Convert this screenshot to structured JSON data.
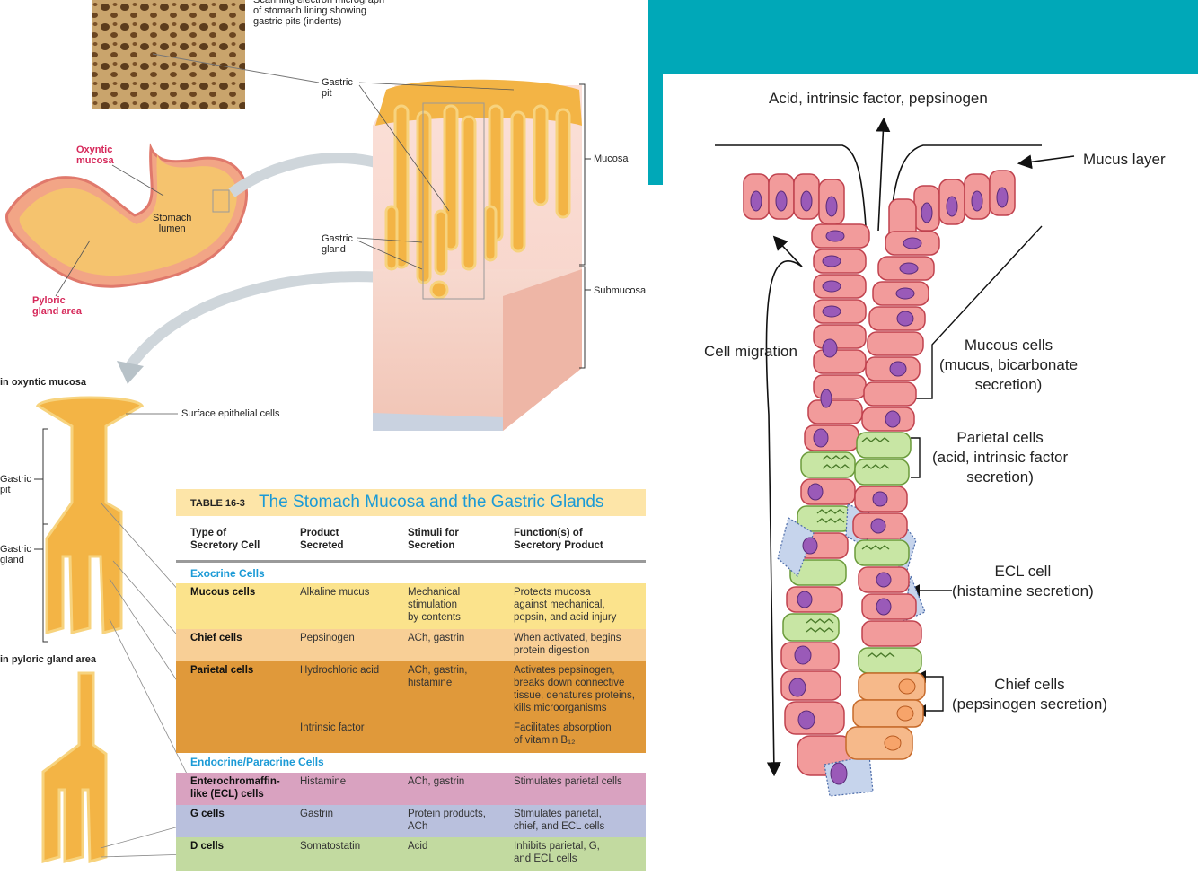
{
  "left_diagram": {
    "sem_caption": "Scanning electron micrograph\nof stomach lining showing\ngastric pits (indents)",
    "gastric_pit": "Gastric\npit",
    "mucosa": "Mucosa",
    "submucosa": "Submucosa",
    "gastric_gland": "Gastric\ngland",
    "oxyntic_mucosa": "Oxyntic\nmucosa",
    "stomach_lumen": "Stomach\nlumen",
    "pyloric_gland_area": "Pyloric\ngland area",
    "in_oxyntic_mucosa": "in oxyntic mucosa",
    "surface_epithelial_cells": "Surface epithelial cells",
    "gastric_pit_2": "Gastric\npit",
    "gastric_gland_2": "Gastric\ngland",
    "in_pyloric_gland_area": "in pyloric gland area"
  },
  "table": {
    "number": "TABLE 16-3",
    "title": "The Stomach Mucosa and the Gastric Glands",
    "columns": [
      "Type of\nSecretory Cell",
      "Product\nSecreted",
      "Stimuli for\nSecretion",
      "Function(s) of\nSecretory Product"
    ],
    "exocrine_label": "Exocrine Cells",
    "endocrine_label": "Endocrine/Paracrine Cells",
    "rows": [
      {
        "cell": "Mucous cells",
        "product": "Alkaline mucus",
        "stimuli": "Mechanical\nstimulation\nby contents",
        "function": "Protects mucosa\nagainst mechanical,\npepsin, and acid injury"
      },
      {
        "cell": "Chief cells",
        "product": "Pepsinogen",
        "stimuli": "ACh, gastrin",
        "function": "When activated, begins\nprotein digestion"
      },
      {
        "cell": "Parietal cells",
        "product": "Hydrochloric acid",
        "stimuli": "ACh, gastrin,\nhistamine",
        "function": "Activates pepsinogen,\nbreaks down connective\ntissue, denatures proteins,\nkills microorganisms"
      },
      {
        "cell": "",
        "product": "Intrinsic factor",
        "stimuli": "",
        "function": "Facilitates absorption\nof vitamin B₁₂"
      },
      {
        "cell": "Enterochromaffin-\nlike (ECL) cells",
        "product": "Histamine",
        "stimuli": "ACh, gastrin",
        "function": "Stimulates parietal cells"
      },
      {
        "cell": "G cells",
        "product": "Gastrin",
        "stimuli": "Protein products,\nACh",
        "function": "Stimulates parietal,\nchief, and ECL cells"
      },
      {
        "cell": "D cells",
        "product": "Somatostatin",
        "stimuli": "Acid",
        "function": "Inhibits parietal, G,\nand ECL cells"
      }
    ]
  },
  "right_diagram": {
    "top_label": "Acid, intrinsic factor, pepsinogen",
    "mucus_layer": "Mucus layer",
    "cell_migration": "Cell migration",
    "mucous_cells": "Mucous cells\n(mucus, bicarbonate\nsecretion)",
    "parietal_cells": "Parietal cells\n(acid, intrinsic factor\nsecretion)",
    "ecl_cell": "ECL cell\n(histamine secretion)",
    "chief_cells": "Chief cells\n(pepsinogen secretion)"
  },
  "colors": {
    "teal": "#00a8b8",
    "table_title": "#1b9ad6",
    "mucous_row": "#fbe38c",
    "chief_row": "#f8cf96",
    "parietal_row": "#e0993a",
    "ecl_row": "#d9a2c0",
    "g_row": "#b9c0dd",
    "d_row": "#c2daa0",
    "cell_pink": "#f29b9b",
    "nucleus": "#9a5ab8"
  }
}
